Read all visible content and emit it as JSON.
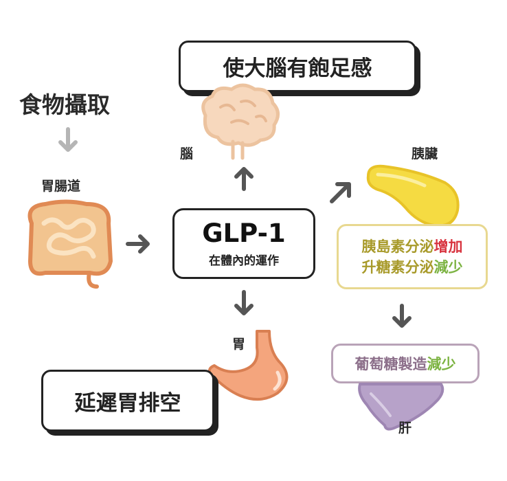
{
  "food_intake": "食物攝取",
  "intestine_label": "胃腸道",
  "glp1": {
    "title": "GLP-1",
    "subtitle": "在體內的運作"
  },
  "brain": {
    "label": "腦",
    "effect": "使大腦有飽足感"
  },
  "stomach": {
    "label": "胃",
    "effect": "延遲胃排空"
  },
  "pancreas": {
    "label": "胰臟",
    "line1_prefix": "胰島素分泌",
    "line1_highlight": "增加",
    "line2_prefix": "升糖素分泌",
    "line2_highlight": "減少"
  },
  "liver": {
    "label": "肝",
    "effect_prefix": "葡萄糖製造",
    "effect_highlight": "減少"
  },
  "colors": {
    "outline": "#222222",
    "arrow": "#555555",
    "arrow_light": "#b5b5b5",
    "pancreas_text": "#a89a2a",
    "pancreas_border": "#e8d890",
    "increase": "#d8343f",
    "decrease": "#7cb342",
    "liver_text": "#8c6f8a",
    "liver_border": "#b9a3b8",
    "brain": "#f7d8bd",
    "stomach": "#f4a57d",
    "liver": "#b7a2c9",
    "pancreas": "#f5db42"
  }
}
